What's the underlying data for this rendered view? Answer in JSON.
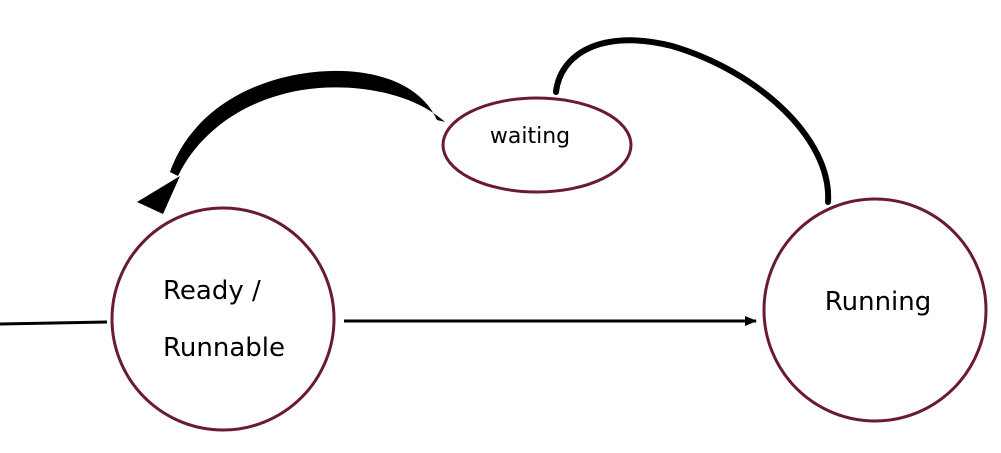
{
  "diagram": {
    "nodes": {
      "ready": {
        "line1": "Ready /",
        "line2": "Runnable"
      },
      "running": {
        "label": "Running"
      },
      "waiting": {
        "label": "waiting"
      }
    }
  },
  "colors": {
    "node_stroke": "#6b1a35",
    "arrow": "#000000",
    "background": "#ffffff"
  }
}
